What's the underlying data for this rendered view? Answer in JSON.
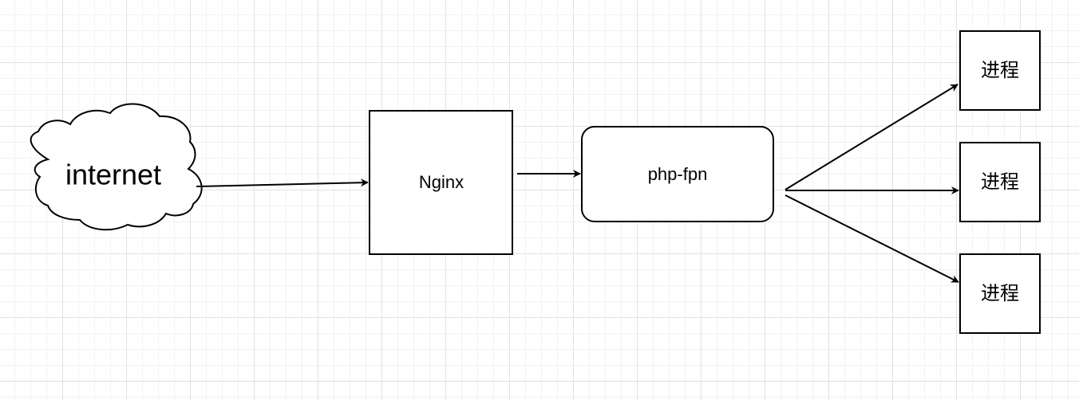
{
  "diagram": {
    "nodes": {
      "internet": {
        "label": "internet",
        "shape": "cloud"
      },
      "nginx": {
        "label": "Nginx",
        "shape": "rectangle"
      },
      "php_fpn": {
        "label": "php-fpn",
        "shape": "rounded-rectangle"
      },
      "process_1": {
        "label": "进程",
        "shape": "rectangle"
      },
      "process_2": {
        "label": "进程",
        "shape": "rectangle"
      },
      "process_3": {
        "label": "进程",
        "shape": "rectangle"
      }
    },
    "edges": [
      {
        "from": "internet",
        "to": "nginx"
      },
      {
        "from": "nginx",
        "to": "php_fpn"
      },
      {
        "from": "php_fpn",
        "to": "process_1"
      },
      {
        "from": "php_fpn",
        "to": "process_2"
      },
      {
        "from": "php_fpn",
        "to": "process_3"
      }
    ],
    "colors": {
      "stroke": "#000000",
      "fill": "#ffffff",
      "grid_major": "#e2e2e2",
      "grid_minor": "#f2f2f2"
    }
  }
}
